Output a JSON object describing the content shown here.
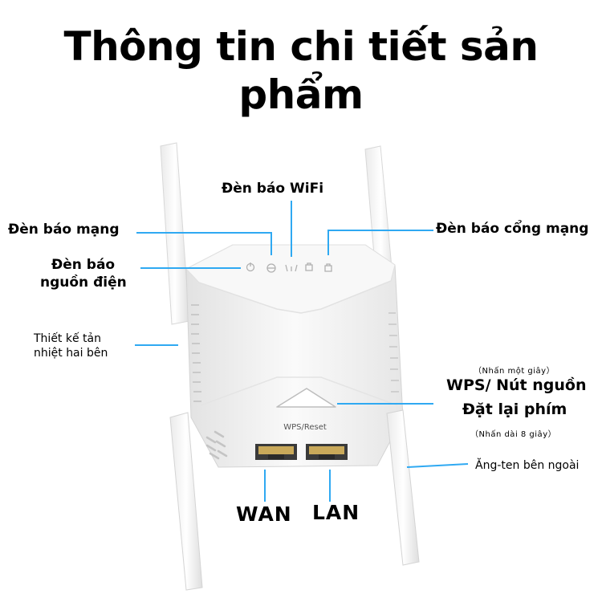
{
  "title": "Thông tin chi tiết sản phẩm",
  "labels": {
    "wifi": "Đèn báo WiFi",
    "network": "Đèn báo mạng",
    "port": "Đèn báo cổng mạng",
    "power_line1": "Đèn báo",
    "power_line2": "nguồn điện",
    "heat_line1": "Thiết kế tản",
    "heat_line2": "nhiệt hai bên",
    "wps_hint_top": "（Nhấn một giây）",
    "wps_line1": "WPS/ Nút nguồn",
    "wps_line2": "Đặt lại phím",
    "wps_hint_bottom": "（Nhấn dài 8 giây）",
    "antenna": "Ăng-ten bên ngoài",
    "wan": "WAN",
    "lan": "LAN"
  },
  "device": {
    "button_label": "WPS/Reset"
  },
  "colors": {
    "callout": "#2fa9f2",
    "device_body": "#f4f4f4"
  }
}
